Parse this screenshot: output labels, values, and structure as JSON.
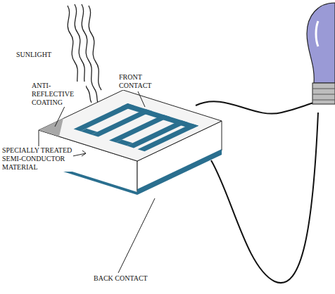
{
  "diagram": {
    "labels": [
      "SUNLIGHT",
      "FRONT CONTACT",
      "ANTI-REFLECTIVE COATING",
      "SPECIALLY TREATED SEMI-CONDUCTOR MATERIAL",
      "BACK CONTACT"
    ]
  }
}
